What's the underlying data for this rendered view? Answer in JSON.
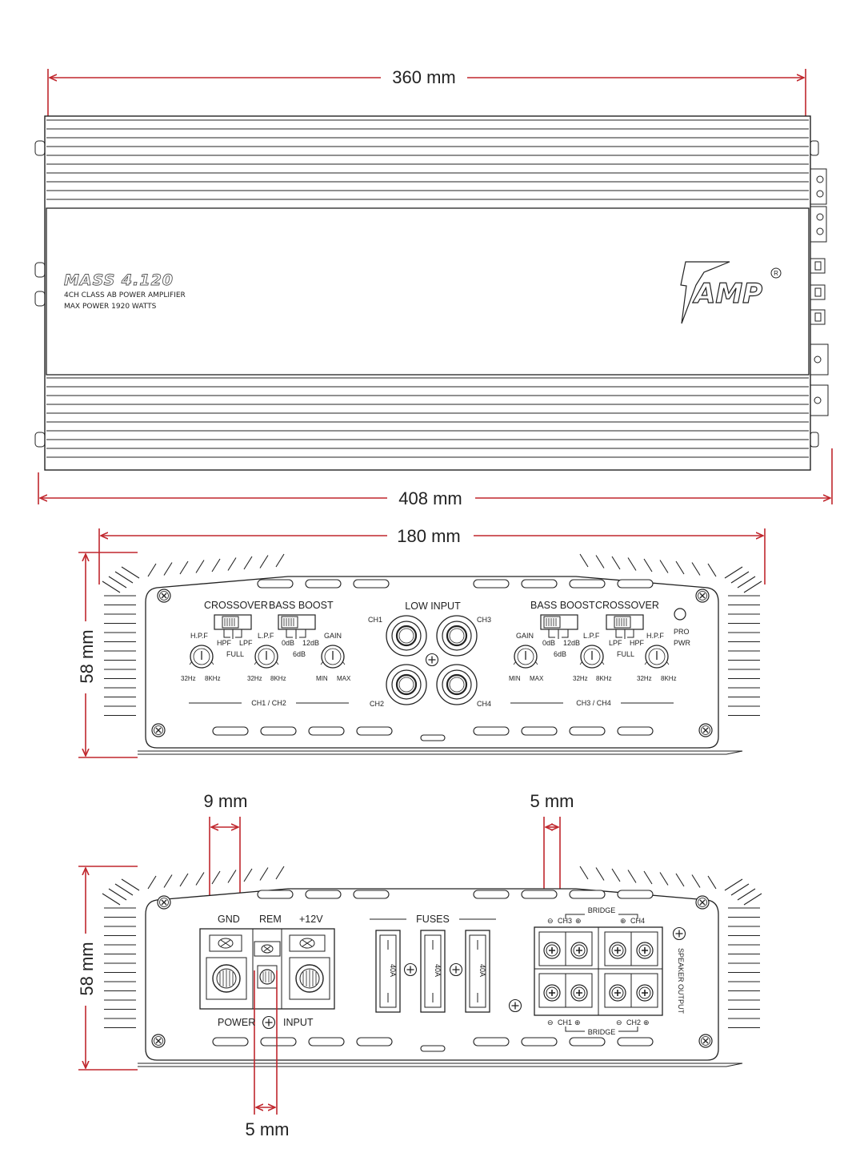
{
  "dimensions": {
    "top_width_inner": "360 mm",
    "top_width_outer": "408 mm",
    "end_width": "180 mm",
    "front_height": "58 mm",
    "rear_height": "58 mm",
    "power_terminal_hole": "9 mm",
    "speaker_terminal_hole": "5 mm",
    "remote_terminal_hole": "5 mm"
  },
  "top_view": {
    "model": "MASS 4.120",
    "line1": "4CH CLASS AB POWER AMPLIFIER",
    "line2": "MAX POWER 1920 WATTS",
    "logo": "AMP",
    "registered_mark": "R"
  },
  "front_panel": {
    "left_crossover": "CROSSOVER",
    "left_bass_boost": "BASS BOOST",
    "right_bass_boost": "BASS BOOST",
    "right_crossover": "CROSSOVER",
    "low_input": "LOW INPUT",
    "ch1": "CH1",
    "ch2": "CH2",
    "ch3": "CH3",
    "ch4": "CH4",
    "hpf": "H.P.F",
    "lpf": "L.P.F",
    "gain": "GAIN",
    "sw_hpf": "HPF",
    "sw_lpf": "LPF",
    "sw_full": "FULL",
    "sw_0db": "0dB",
    "sw_12db": "12dB",
    "sw_6db": "6dB",
    "f32": "32Hz",
    "f8k": "8KHz",
    "min": "MIN",
    "max": "MAX",
    "group_left": "CH1 / CH2",
    "group_right": "CH3 / CH4",
    "pro": "PRO",
    "pwr": "PWR"
  },
  "rear_panel": {
    "gnd": "GND",
    "rem": "REM",
    "v12": "+12V",
    "power": "POWER",
    "input": "INPUT",
    "fuses": "FUSES",
    "fuse_rating": "40A",
    "bridge": "BRIDGE",
    "ch3": "CH3",
    "ch4": "CH4",
    "ch1": "CH1",
    "ch2": "CH2",
    "speaker_output": "SPEAKER OUTPUT"
  },
  "colors": {
    "dimension_line": "#c0272d",
    "drawing": "#222222"
  }
}
